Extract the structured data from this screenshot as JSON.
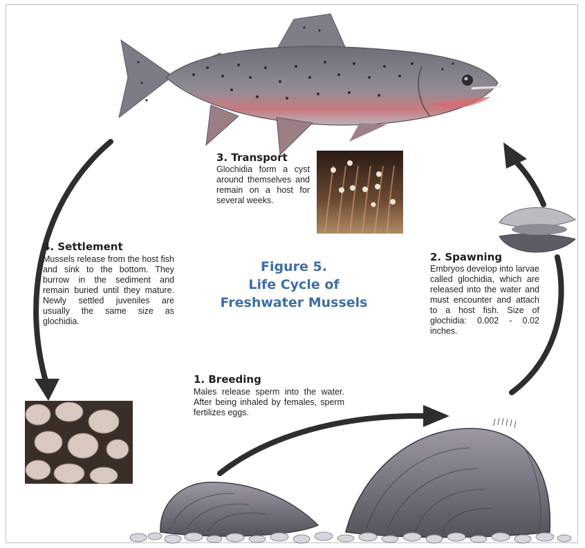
{
  "figure": {
    "label": "Figure 5.",
    "title_line1": "Life Cycle of",
    "title_line2": "Freshwater Mussels"
  },
  "stages": {
    "transport": {
      "title": "3. Transport",
      "text": "Glochidia form a cyst around themselves and remain on a host for several weeks."
    },
    "settlement": {
      "title": "4. Settlement",
      "text": "Mussels release from the host fish and sink to the bottom. They burrow in the sediment and remain buried until they mature. Newly settled juveniles are usually the same size as glochidia."
    },
    "spawning": {
      "title": "2. Spawning",
      "text": "Embryos develop into larvae called glochidia, which are released into the water and must encounter and attach to a host fish. Size of glochidia: 0.002 - 0.02 inches."
    },
    "breeding": {
      "title": "1. Breeding",
      "text": "Males release sperm into the water. After being inhaled by females, sperm fertilizes eggs."
    }
  },
  "colors": {
    "title_blue": "#3f6ea5",
    "arrow": "#2e2e2e",
    "fish_body": "#8a8a96",
    "fish_belly": "#d9747a"
  },
  "icons": [
    "trout-illustration",
    "glochidia-photo",
    "juvenile-mussels-photo",
    "open-shell-illustration",
    "mussel-illustration",
    "cycle-arrow"
  ]
}
